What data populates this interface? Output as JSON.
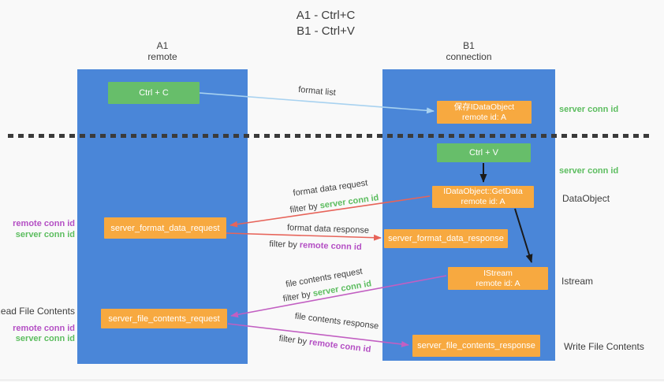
{
  "title": {
    "line1": "A1 - Ctrl+C",
    "line2": "B1 - Ctrl+V"
  },
  "columns": {
    "a1": {
      "id": "A1",
      "subtitle": "remote"
    },
    "b1": {
      "id": "B1",
      "subtitle": "connection"
    }
  },
  "nodes": {
    "ctrl_c": {
      "label": "Ctrl + C"
    },
    "save_idataobject": {
      "line1": "保存IDataObject",
      "line2": "remote id: A"
    },
    "ctrl_v": {
      "label": "Ctrl + V"
    },
    "getdata": {
      "line1": "IDataObject::GetData",
      "line2": "remote id: A"
    },
    "format_request": {
      "label": "server_format_data_request"
    },
    "format_response": {
      "label": "server_format_data_response"
    },
    "istream": {
      "line1": "IStream",
      "line2": "remote id: A"
    },
    "file_request": {
      "label": "server_file_contents_request"
    },
    "file_response": {
      "label": "server_file_contents_response"
    }
  },
  "arrows": {
    "format_list": {
      "label": "format list"
    },
    "format_data_request": {
      "label": "format data request",
      "filter_prefix": "filter by ",
      "filter_id": "server conn id"
    },
    "format_data_response": {
      "label": "format data response",
      "filter_prefix": "filter by ",
      "filter_id": "remote conn id"
    },
    "file_contents_request": {
      "label": "file contents request",
      "filter_prefix": "filter by ",
      "filter_id": "server conn id"
    },
    "file_contents_response": {
      "label": "file contents response",
      "filter_prefix": "filter by ",
      "filter_id": "remote conn id"
    }
  },
  "margin_labels": {
    "right_server_conn_top": "server conn id",
    "right_server_conn_mid": "server conn id",
    "right_dataobject": "DataObject",
    "right_istream": "Istream",
    "right_write_file": "Write File Contents",
    "left_remote_conn_top": "remote conn id",
    "left_server_conn_top": "server conn id",
    "left_read_file": "Read File Contents",
    "left_remote_conn_bottom": "remote conn id",
    "left_server_conn_bottom": "server conn id"
  },
  "colors": {
    "column_blue": "#4a86d8",
    "box_green": "#67be6a",
    "box_orange": "#f7a940",
    "arrow_light_blue": "#a8d2f0",
    "arrow_red": "#e7645a",
    "arrow_magenta": "#c25fc2",
    "arrow_black": "#1a1a1a",
    "text_green": "#5cbd5f",
    "text_purple": "#b44fc4",
    "text_dark": "#3d3d3d",
    "background": "#f9f9f9"
  }
}
